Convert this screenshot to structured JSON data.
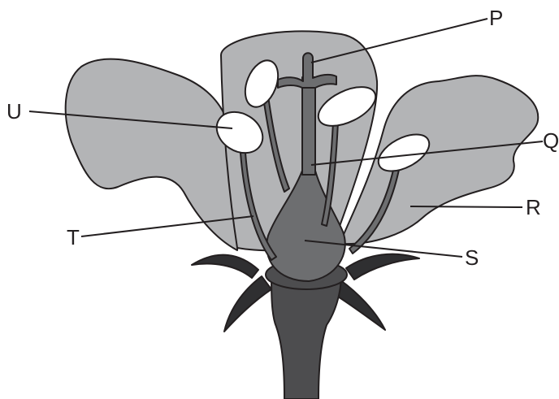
{
  "labels": {
    "p": "P",
    "q": "Q",
    "r": "R",
    "s": "S",
    "t": "T",
    "u": "U"
  },
  "colors": {
    "outline": "#231f20",
    "petal": "#b3b4b6",
    "anther": "#ffffff",
    "pistil": "#6d6e70",
    "stalk": "#4d4d4f",
    "sepal": "#2f2f31"
  }
}
